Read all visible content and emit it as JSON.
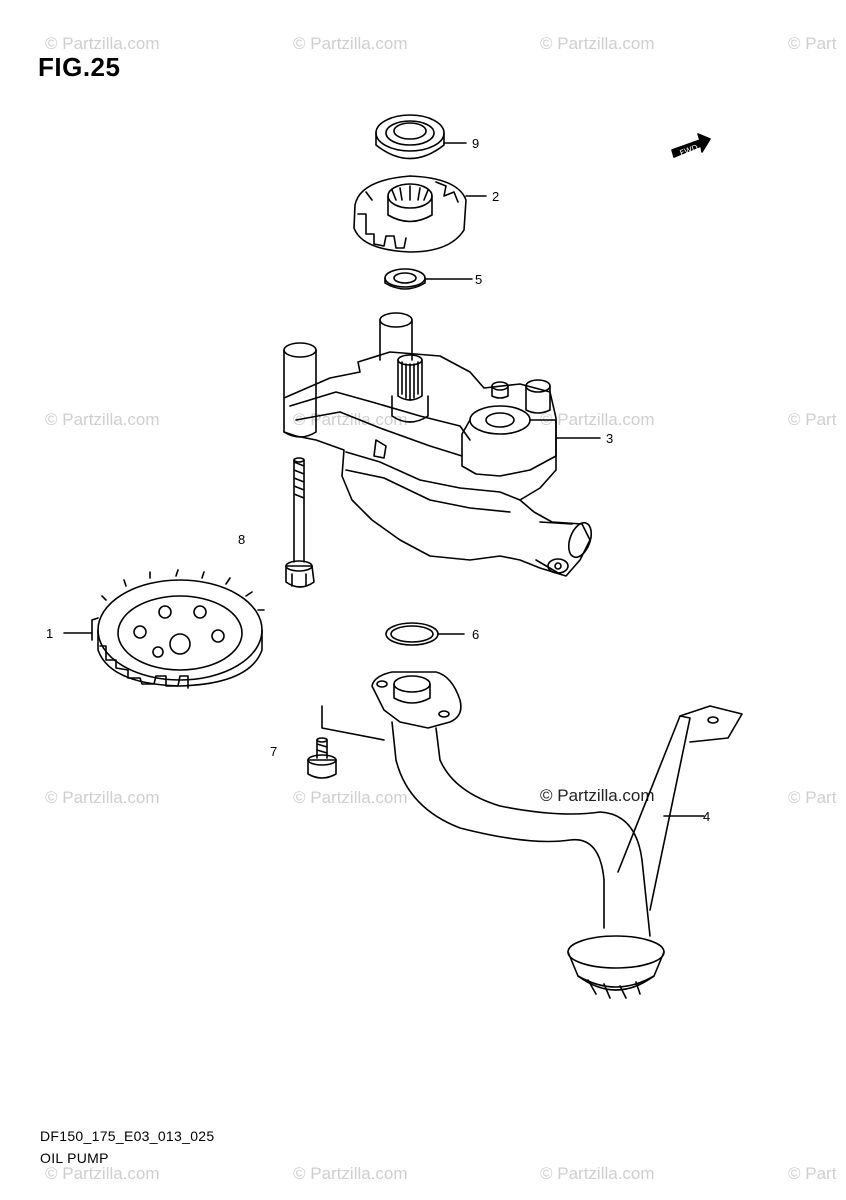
{
  "figure": {
    "title": "FIG.25",
    "model_code": "DF150_175_E03_013_025",
    "subtitle": "OIL PUMP"
  },
  "watermark": {
    "text": "© Partzilla.com",
    "text_cut": "© Part"
  },
  "fwd_label": "FWD",
  "callouts": {
    "c1": "1",
    "c2": "2",
    "c3": "3",
    "c4": "4",
    "c5": "5",
    "c6": "6",
    "c7": "7",
    "c8": "8",
    "c9": "9"
  },
  "colors": {
    "line": "#000000",
    "watermark": "#cfcfcf"
  }
}
